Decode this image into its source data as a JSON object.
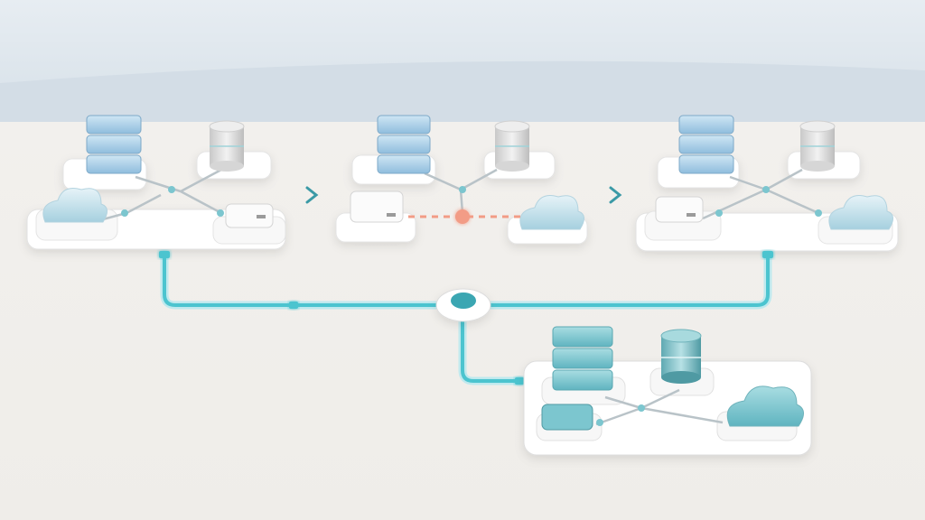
{
  "scene": {
    "description_free": true,
    "colors": {
      "background_top": "#e4ebf1",
      "horizon": "#c9d6e0",
      "floor": "#f1efec",
      "accent_teal": "#4cc4cf",
      "accent_teal_dark": "#2aa6b3",
      "accent_coral": "#f29c86",
      "node_glass": "#9cc9e4",
      "node_white": "#f7f7f7",
      "node_teal": "#7cc6cf"
    }
  },
  "stages": [
    {
      "id": "stage-1",
      "nodes": [
        "server-stack-icon",
        "database-icon",
        "cloud-icon",
        "appliance-icon"
      ]
    },
    {
      "id": "stage-2",
      "nodes": [
        "server-stack-icon",
        "database-icon",
        "appliance-icon",
        "cloud-icon"
      ],
      "link_state": "broken"
    },
    {
      "id": "stage-3",
      "nodes": [
        "server-stack-icon",
        "database-icon",
        "appliance-icon",
        "cloud-icon"
      ]
    }
  ],
  "result": {
    "id": "merged-platform",
    "nodes": [
      "server-stack-icon",
      "database-icon",
      "appliance-icon",
      "cloud-icon"
    ]
  },
  "arrows": [
    "chevron-right-icon",
    "chevron-right-icon"
  ],
  "hub": {
    "icon": "hub-icon"
  }
}
